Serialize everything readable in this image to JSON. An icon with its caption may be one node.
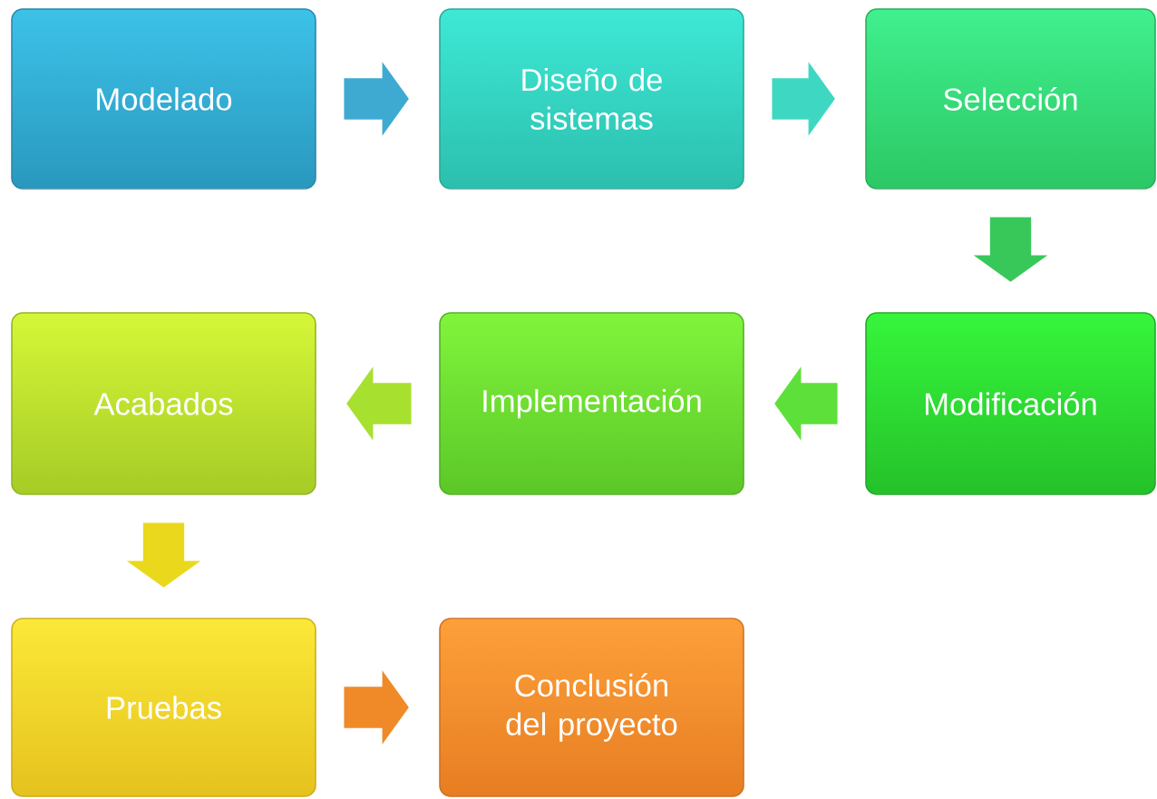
{
  "diagram": {
    "nodes": [
      {
        "text": [
          "Modelado"
        ]
      },
      {
        "text": [
          "Diseño de sistemas"
        ]
      },
      {
        "text": [
          "Selección"
        ]
      },
      {
        "text": [
          "Modificación"
        ]
      },
      {
        "text": [
          "Implementación"
        ]
      },
      {
        "text": [
          "Acabados"
        ]
      },
      {
        "text": [
          "Pruebas"
        ]
      },
      {
        "text": [
          "Conclusión del proyecto"
        ]
      }
    ],
    "edges": [
      {
        "from": 0,
        "to": 1,
        "arrow": "to",
        "color": "#3eaad2"
      },
      {
        "from": 1,
        "to": 2,
        "arrow": "to",
        "color": "#3ed8c2"
      },
      {
        "from": 2,
        "to": 3,
        "arrow": "to",
        "color": "#38c85a"
      },
      {
        "from": 3,
        "to": 4,
        "arrow": "to",
        "color": "#5ee03a"
      },
      {
        "from": 4,
        "to": 5,
        "arrow": "to",
        "color": "#a8e030"
      },
      {
        "from": 5,
        "to": 6,
        "arrow": "to",
        "color": "#ead81c"
      },
      {
        "from": 6,
        "to": 7,
        "arrow": "to",
        "color": "#f08a28"
      }
    ]
  }
}
